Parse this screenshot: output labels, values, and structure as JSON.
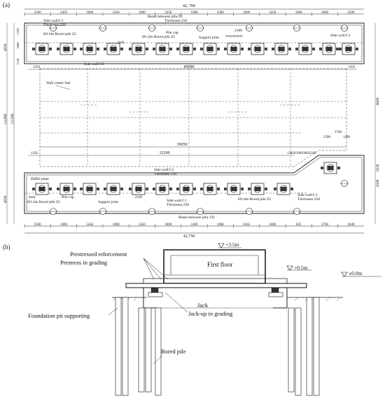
{
  "panel_a": {
    "label": "(a)",
    "top_overall": "42, 700",
    "top_dims": [
      "2500",
      "5450",
      "1000",
      "5450",
      "1000",
      "5450",
      "1000",
      "5300",
      "1000",
      "5450",
      "1000",
      "3600",
      "2500"
    ],
    "beam_d1": "Beam between pile D1",
    "thickness_250": "Thickness:250",
    "side_wall_c1": "Side wall:C1",
    "bored_pile_z2": "Ø1.0m  Bored pile Z2",
    "bored_pile_z1": "Ø1.2m Bored pile Z1",
    "jack": "Jack",
    "pile_cap": "Pile cap",
    "support_joint": "Support joint",
    "side_wall_c2": "Side wall:C2",
    "wall_center_line": "Wall center line",
    "dim_40000": "40000",
    "dim_39050": "39050",
    "dim_32100": "32100",
    "dim_1350": "1350",
    "dim_2100": "2100",
    "dim_3700": "3700",
    "dim_2500": "2500",
    "dim_1400": "1400",
    "baffle_plate": "Baffle plate",
    "beam_d2": "Beam between pile: D2",
    "bottom_overall": "42,750",
    "bottom_dims": [
      "2500",
      "1000",
      "5450",
      "1000",
      "5450",
      "1000",
      "5300",
      "1000",
      "6365",
      "1000",
      "835",
      "3760",
      "1840"
    ],
    "left_dims": [
      "4650",
      "12,500",
      "14,800",
      "4650"
    ],
    "right_dims": [
      "8600",
      "5030",
      "4500"
    ],
    "small_dims": [
      "1350",
      "1150",
      "2600",
      "1900",
      "550",
      "1000",
      "550",
      "1450",
      "1300",
      "1200",
      "1900",
      "2100"
    ]
  },
  "panel_b": {
    "label": "(b)",
    "level_35": "+3.5m",
    "level_05": "+0.5m",
    "level_00": "±0.0m",
    "first_floor": "First floor",
    "prestressed_reinforcement": "Prestressed reforcement",
    "prestress_grading": "Prestress in grading",
    "foundation_pit": "Foundation pit supporting",
    "jack": "Jack",
    "jackup_grading": "Jack-up in grading",
    "bored_pile": "Bored pile"
  }
}
